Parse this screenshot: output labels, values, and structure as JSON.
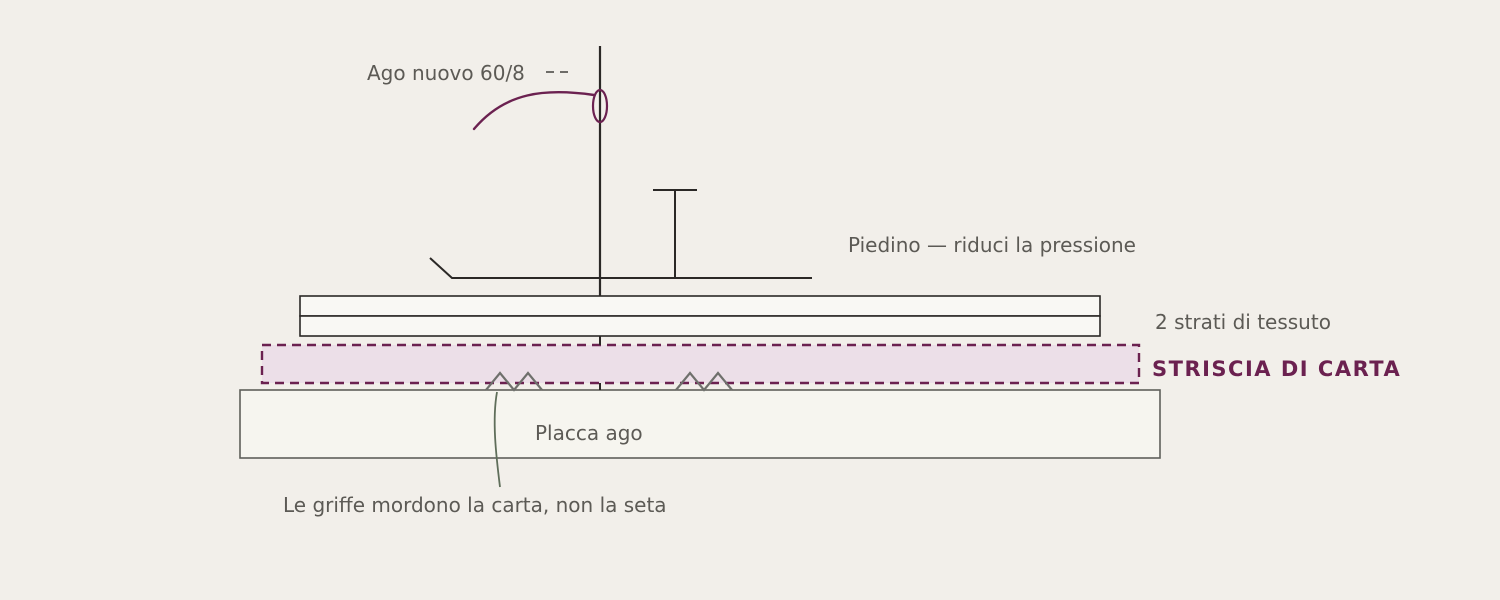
{
  "labels": {
    "needle": "Ago nuovo 60/8",
    "foot": "Piedino — riduci la pressione",
    "fabric": "2 strati di tessuto",
    "paper": "STRISCIA DI CARTA",
    "plate": "Placca ago",
    "feed_dogs": "Le griffe mordono la carta, non la seta"
  },
  "colors": {
    "background": "#f2efea",
    "line": "#2b2826",
    "accent": "#6b2150",
    "paper_fill": "#ecdfe8",
    "plate_fill": "#f6f5ef",
    "plate_stroke": "#5f5f5a",
    "feed_dog_stroke": "#6f706c",
    "leader_green": "#5f6e5a",
    "label_text": "#5c5a55"
  }
}
